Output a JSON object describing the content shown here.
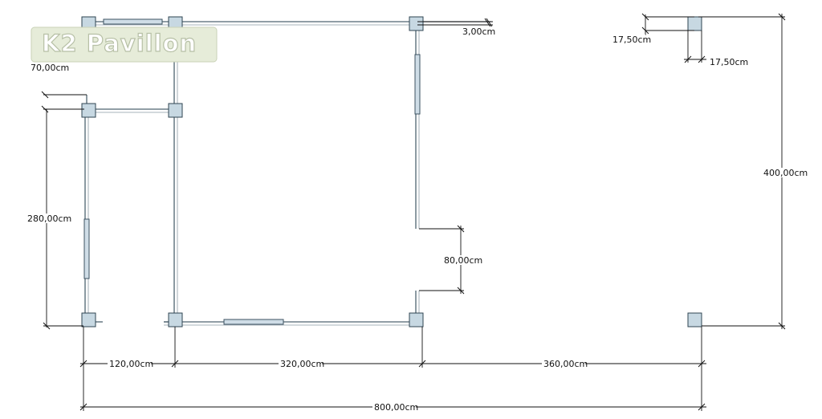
{
  "logo": {
    "text": "K2 Pavillon"
  },
  "dimensions": {
    "top_gap": "3,00cm",
    "post_size_vertical": "17,50cm",
    "post_size_horizontal": "17,50cm",
    "left_offset": "70,00cm",
    "left_height": "280,00cm",
    "door_opening": "80,00cm",
    "right_height": "400,00cm",
    "bottom_seg1": "120,00cm",
    "bottom_seg2": "320,00cm",
    "bottom_seg3": "360,00cm",
    "bottom_total": "800,00cm"
  },
  "colors": {
    "post_fill": "#c7d8e2",
    "post_stroke": "#2f4452",
    "wall": "#4f6470",
    "dimension": "#111111",
    "logo_background": "#e6ecd9"
  }
}
